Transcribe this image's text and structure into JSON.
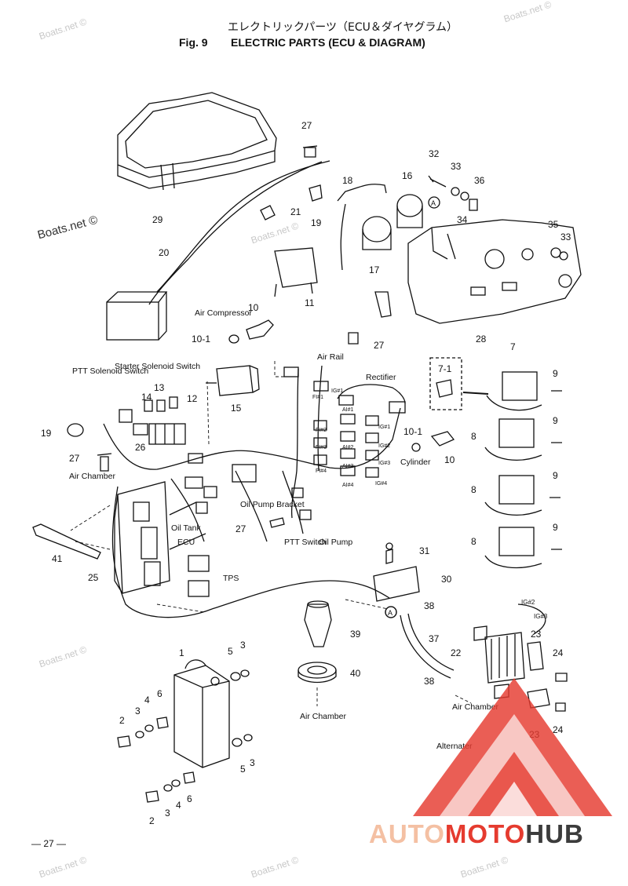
{
  "title": {
    "japanese": "エレクトリックパーツ（ECU＆ダイヤグラム）",
    "fig_label": "Fig. 9",
    "english": "ELECTRIC PARTS (ECU & DIAGRAM)"
  },
  "page_number": "— 27 —",
  "watermark": "Boats.net ©",
  "logo": {
    "auto": "AUTO",
    "moto": "MOTO",
    "hub": "HUB",
    "color_light": "#f4c0a3",
    "color_red": "#e53b2f",
    "color_dark": "#3c3c3c"
  },
  "callouts": [
    "27",
    "21",
    "19",
    "18",
    "16",
    "32",
    "33",
    "36",
    "34",
    "35",
    "33",
    "29",
    "20",
    "17",
    "11",
    "28",
    "10",
    "10-1",
    "27",
    "7",
    "7-1",
    "9",
    "9",
    "9",
    "9",
    "8",
    "8",
    "8",
    "15",
    "13",
    "14",
    "12",
    "19",
    "27",
    "26",
    "10-1",
    "10",
    "41",
    "25",
    "27",
    "31",
    "30",
    "38",
    "37",
    "39",
    "40",
    "23",
    "22",
    "24",
    "23",
    "24",
    "38",
    "1",
    "5",
    "3",
    "6",
    "4",
    "3",
    "2",
    "5",
    "3",
    "2",
    "3",
    "4",
    "6"
  ],
  "labels": {
    "air_compressor": "Air Compressor",
    "air_rail": "Air Rail",
    "rectifier": "Rectifier",
    "ptt_solenoid_switch": "PTT Solenoid Switch",
    "starter_solenoid_switch": "Starter Solenoid Switch",
    "air_chamber": "Air Chamber",
    "cylinder": "Cylinder",
    "oil_tank": "Oil Tank",
    "ecu": "ECU",
    "tps": "TPS",
    "oil_pump_bracket": "Oil Pump Bracket",
    "ptt_switch": "PTT Switch",
    "oil_pump": "Oil Pump",
    "air_chamber_2": "Air Chamber",
    "air_chamber_3": "Air Chamber",
    "alternator": "Alternater",
    "circle_a": "A",
    "ig2": "IG#2",
    "ig3": "IG#3",
    "fi1": "FI#1",
    "ig1": "IG#1",
    "fi2": "FI#2",
    "fi3": "FI#3",
    "fi4": "FI#4",
    "ai1": "AI#1",
    "ai2": "AI#2",
    "ai3": "AI#3",
    "ai4": "AI#4",
    "ig1b": "IG#1",
    "ig2b": "IG#2",
    "ig3b": "IG#3",
    "ig4b": "IG#4"
  }
}
